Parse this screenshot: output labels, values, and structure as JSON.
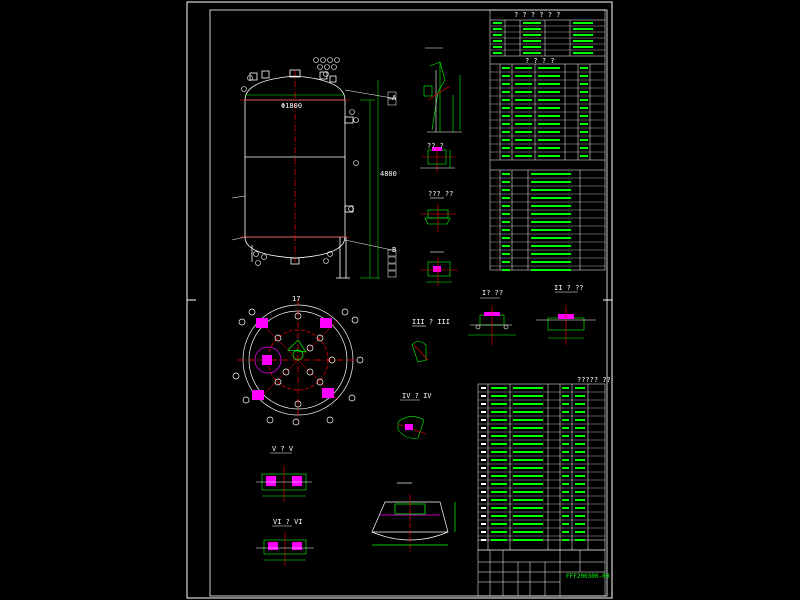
{
  "drawing": {
    "views": {
      "vessel_front": {
        "dim_diameter": "Φ1800",
        "dim_height": "4800",
        "callout_a": "A",
        "callout_b": "B"
      },
      "top_view": {
        "label": "17"
      },
      "detail_3_label": "?? ?",
      "detail_4_label": "??? ??",
      "detail_i_label": "I? ??",
      "detail_ii_label": "II ? ??",
      "detail_iii_label": "III ? III",
      "detail_iv_label": "IV ? IV",
      "detail_v_label": "V ? V",
      "detail_vi_label": "VI ? VI"
    },
    "title_block": {
      "drawing_number": "FFF200300-00"
    },
    "tables": {
      "nozzle_table_header": "? ? ? ? ? ?",
      "spec_table_header": "? ? ? ?",
      "parts_list_header": "????? ??"
    },
    "colors": {
      "background": "#000000",
      "frame": "#ffffff",
      "geometry": "#00ff00",
      "center_line": "#ff0000",
      "highlight": "#ff00ff",
      "text": "#ffffff"
    }
  }
}
